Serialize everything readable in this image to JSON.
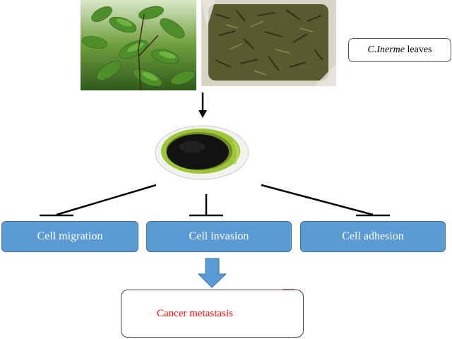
{
  "label": {
    "species": "C.Inerme",
    "suffix": " leaves"
  },
  "effects": [
    {
      "label": "Cell migration"
    },
    {
      "label": "Cell invasion"
    },
    {
      "label": "Cell adhesion"
    }
  ],
  "outcome": {
    "label": "Cancer metastasis"
  },
  "colors": {
    "effect_fill": "#5b9bd5",
    "effect_border": "#41719c",
    "down_arrow": "#5b9bd5",
    "outcome_text": "#ff0000",
    "decrease_arrow": "#ff0000"
  }
}
